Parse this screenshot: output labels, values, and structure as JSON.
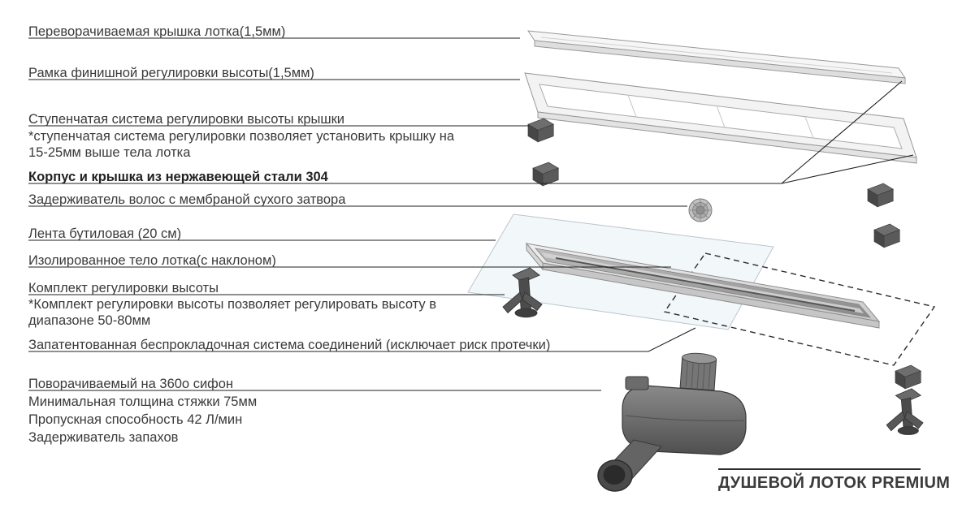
{
  "product": {
    "title": "ДУШЕВОЙ ЛОТОК PREMIUM"
  },
  "callouts": {
    "cover": "Переворачиваемая крышка лотка(1,5мм)",
    "frame": "Рамка финишной регулировки высоты(1,5мм)",
    "step_system": "Ступенчатая система регулировки высоты крышки",
    "step_system_note": "*ступенчатая система регулировки позволяет установить крышку на\n15-25мм выше тела лотка",
    "steel": "Корпус и крышка из нержавеющей стали 304",
    "hair_trap": "Задерживатель волос с мембраной сухого затвора",
    "butyl_tape": "Лента бутиловая (20 см)",
    "body": "Изолированное тело лотка(с наклоном)",
    "height_kit": "Комплект регулировки высоты",
    "height_kit_note": "*Комплект регулировки высоты позволяет регулировать высоту в\nдиапазоне 50-80мм",
    "connection_system": "Запатентованная беспрокладочная система соединений (исключает риск протечки)",
    "siphon": "Поворачиваемый на 360о сифон",
    "screed": "Минимальная толщина стяжки 75мм",
    "flow": "Пропускная способность 42 Л/мин",
    "odor_trap": "Задерживатель запахов"
  },
  "colors": {
    "leader_line": "#1f1f1f",
    "text": "#3a3a3a",
    "title_text": "#3b3b3b",
    "metal_light": "#f4f4f4",
    "metal_mid": "#c8c8c8",
    "dark_part": "#4c4c4c",
    "tape_sheet": "#f2f7fa"
  }
}
